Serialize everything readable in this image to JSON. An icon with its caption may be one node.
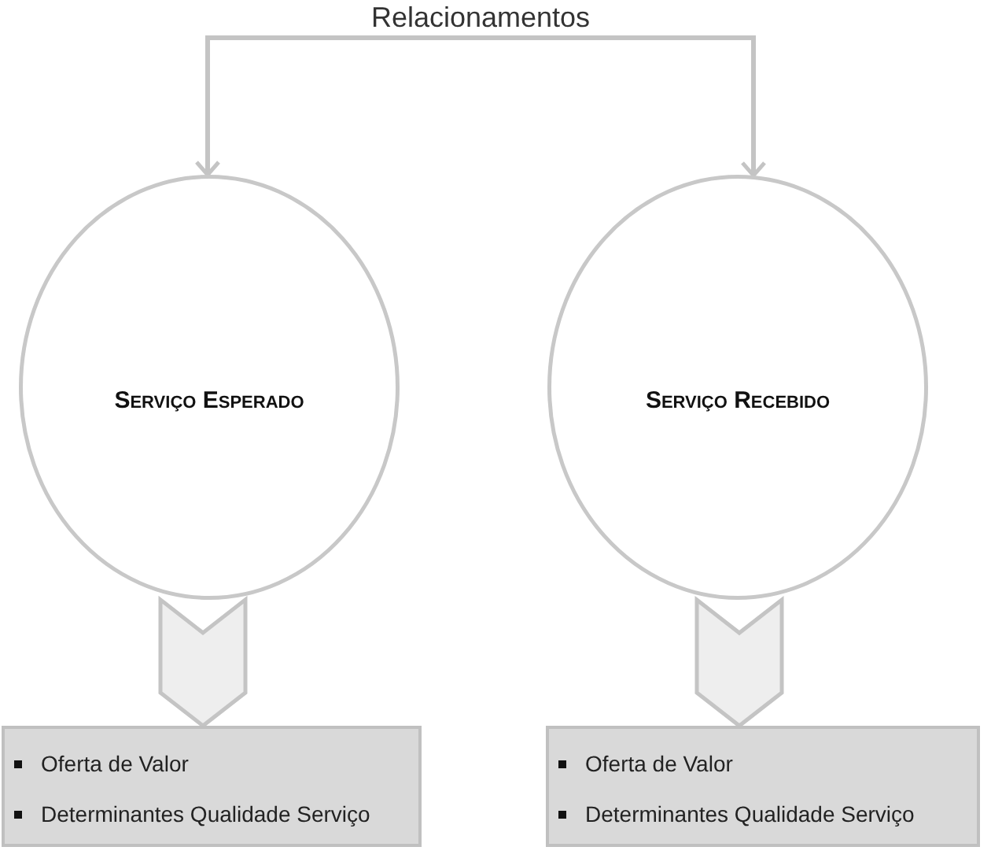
{
  "diagram": {
    "nodes": [
      {
        "text": [
          "Serviço Esperado"
        ]
      },
      {
        "text": [
          "Serviço Recebido"
        ]
      },
      {
        "text": [
          "Oferta de Valor",
          "Determinantes Qualidade Serviço"
        ]
      },
      {
        "text": [
          "Oferta de Valor",
          "Determinantes Qualidade Serviço"
        ]
      }
    ],
    "edges": [
      {
        "from": 0,
        "to": 1,
        "arrow": "both",
        "label": "Relacionamentos"
      },
      {
        "from": 0,
        "to": 2,
        "arrow": "to"
      },
      {
        "from": 1,
        "to": 3,
        "arrow": "to"
      }
    ]
  }
}
